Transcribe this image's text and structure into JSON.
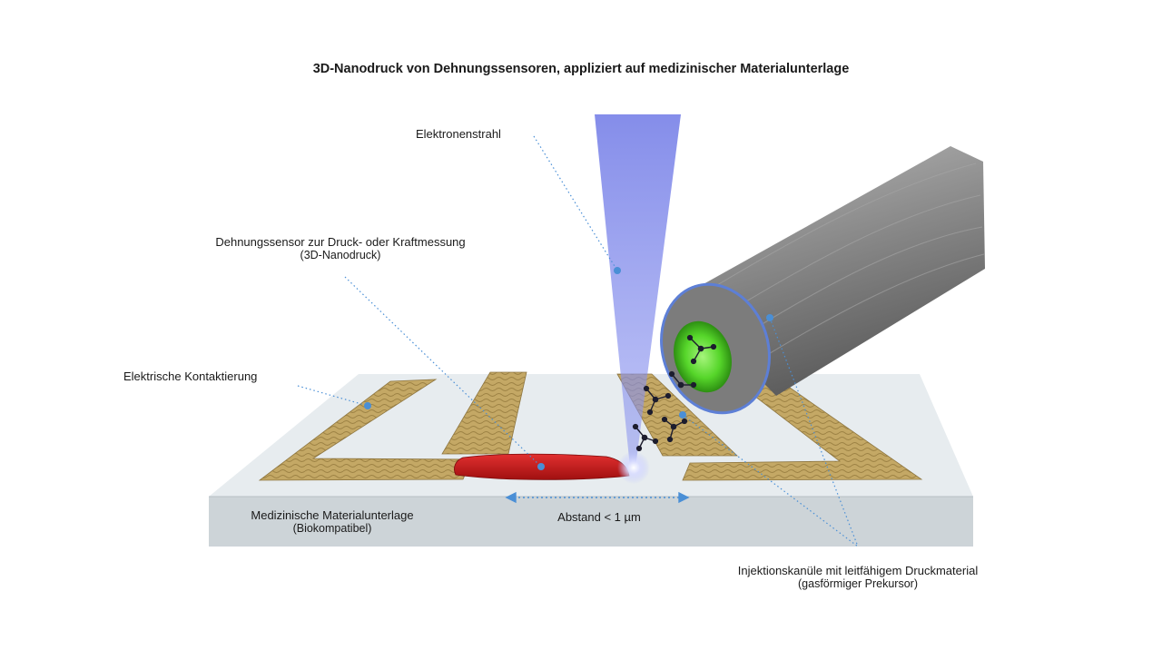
{
  "title": "3D-Nanodruck von Dehnungssensoren, appliziert auf medizinischer Materialunterlage",
  "labels": {
    "beam": "Elektronenstrahl",
    "sensor": "Dehnungssensor zur Druck- oder Kraftmessung",
    "sensor_sub": "(3D-Nanodruck)",
    "contact": "Elektrische Kontaktierung",
    "substrate": "Medizinische Materialunterlage",
    "substrate_sub": "(Biokompatibel)",
    "distance": "Abstand < 1 µm",
    "needle": "Injektionskanüle mit leitfähigem Druckmaterial",
    "needle_sub": "(gasförmiger Prekursor)"
  },
  "colors": {
    "beam": "#6f79e6",
    "electrode": "#c4a865",
    "sensor": "#c91a1a",
    "needle": "#8a8a8a",
    "precursor": "#56d62a",
    "substrate_top": "#e7ecef",
    "substrate_side": "#cdd4d8",
    "leader": "#4a8fd6"
  }
}
